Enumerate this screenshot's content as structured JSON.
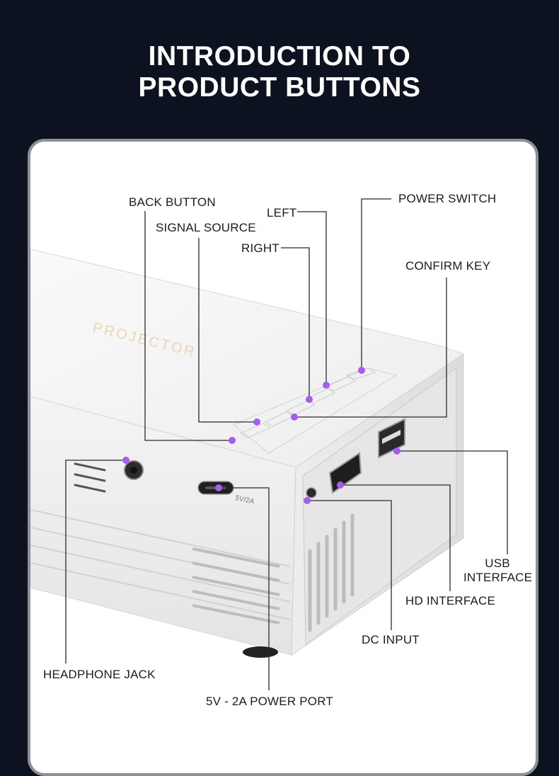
{
  "title": {
    "line1": "INTRODUCTION TO",
    "line2": "PRODUCT BUTTONS"
  },
  "device": {
    "brand_text": "PROJECTOR",
    "port_text": "5V/2A"
  },
  "labels": {
    "back_button": "BACK BUTTON",
    "signal_source": "SIGNAL SOURCE",
    "left": "LEFT",
    "right": "RIGHT",
    "power_switch": "POWER SWITCH",
    "confirm_key": "CONFIRM KEY",
    "usb_interface_line1": "USB",
    "usb_interface_line2": "INTERFACE",
    "hd_interface": "HD INTERFACE",
    "dc_input": "DC INPUT",
    "headphone_jack": "HEADPHONE JACK",
    "power_port": "5V - 2A POWER PORT"
  },
  "colors": {
    "background": "#0d1220",
    "card": "#ffffff",
    "card_border": "#8d9096",
    "marker": "#a75bf0",
    "leader_line": "#2a2a2a"
  }
}
